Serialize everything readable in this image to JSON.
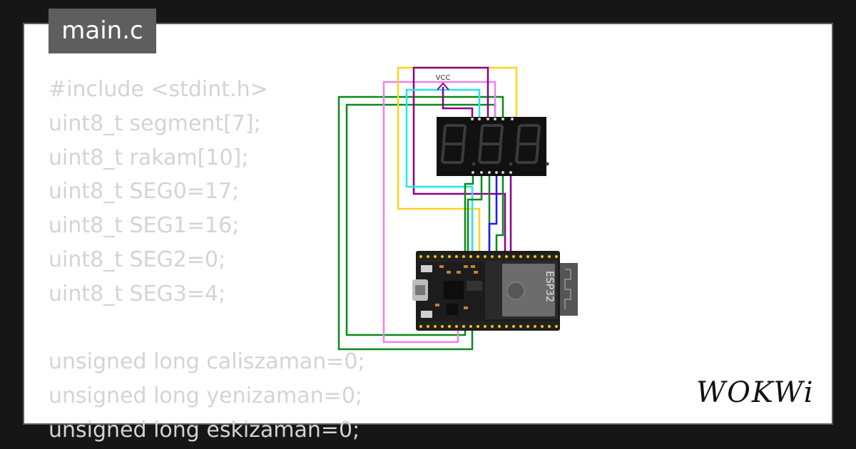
{
  "tab": {
    "filename": "main.c"
  },
  "code_lines": [
    "#include <stdint.h>",
    "uint8_t segment[7];",
    "uint8_t rakam[10];",
    "uint8_t SEG0=17;",
    "uint8_t SEG1=16;",
    "uint8_t SEG2=0;",
    "uint8_t SEG3=4;",
    "",
    "unsigned long caliszaman=0;",
    "unsigned long yenizaman=0;",
    "unsigned long eskizaman=0;"
  ],
  "circuit": {
    "vcc_label": "VCC",
    "chip_label": "ESP32",
    "wire_colors": {
      "green": "#0a8a1a",
      "purple": "#8b008b",
      "pink": "#ee82ee",
      "cyan": "#22e6f0",
      "yellow": "#ffd21e",
      "blue": "#1a1aff"
    }
  },
  "brand": {
    "logo_text": "WOKWi"
  }
}
